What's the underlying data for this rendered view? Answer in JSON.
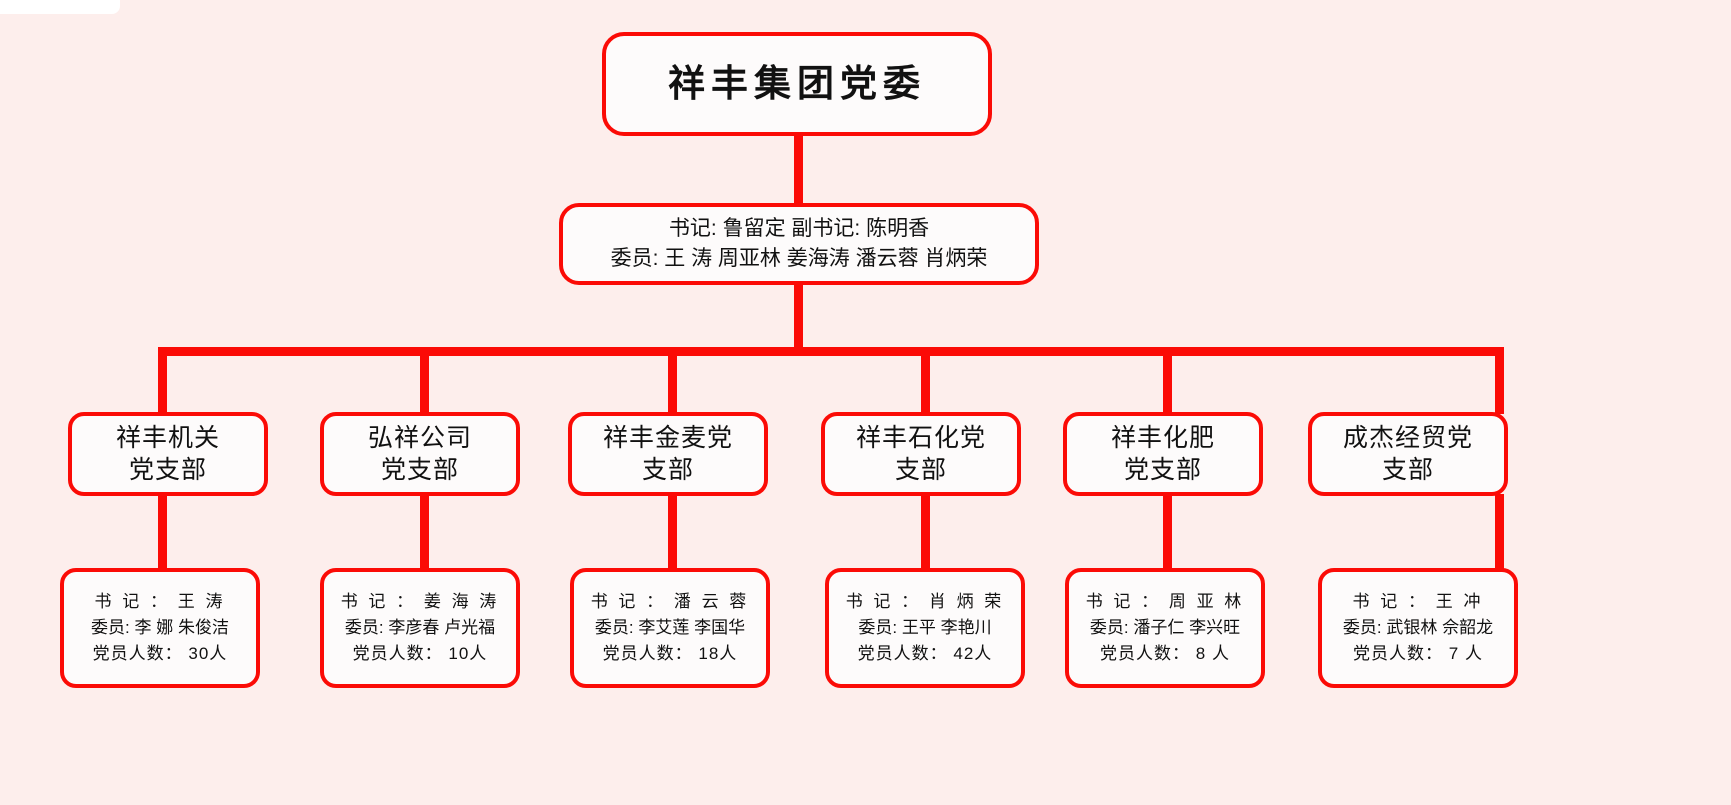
{
  "page": {
    "background_color": "#fdeeec",
    "line_color": "#fb0b06",
    "box_fill": "#fdfbfb",
    "text_color": "#111111"
  },
  "root": {
    "title": "祥丰集团党委"
  },
  "committee": {
    "line1_secretary_label": "书记:",
    "line1_secretary_name": "鲁留定",
    "line1_deputy_label": "副书记:",
    "line1_deputy_name": "陈明香",
    "line2_members_label": "委员:",
    "line2_members_names": "王 涛 周亚林 姜海涛 潘云蓉 肖炳荣",
    "line1_full": "书记: 鲁留定    副书记: 陈明香",
    "line2_full": "委员: 王 涛 周亚林 姜海涛 潘云蓉 肖炳荣"
  },
  "branches": [
    {
      "name_line1": "祥丰机关",
      "name_line2": "党支部"
    },
    {
      "name_line1": "弘祥公司",
      "name_line2": "党支部"
    },
    {
      "name_line1": "祥丰金麦党",
      "name_line2": "支部"
    },
    {
      "name_line1": "祥丰石化党",
      "name_line2": "支部"
    },
    {
      "name_line1": "祥丰化肥",
      "name_line2": "党支部"
    },
    {
      "name_line1": "成杰经贸党",
      "name_line2": "支部"
    }
  ],
  "details": [
    {
      "secretary": "书 记 ： 王 涛",
      "members": "委员: 李 娜  朱俊洁",
      "count": "党员人数： 30人"
    },
    {
      "secretary": "书 记 ： 姜 海 涛",
      "members": "委员: 李彦春  卢光福",
      "count": "党员人数： 10人"
    },
    {
      "secretary": "书 记 ： 潘 云 蓉",
      "members": "委员: 李艾莲  李国华",
      "count": "党员人数： 18人"
    },
    {
      "secretary": "书 记 ： 肖 炳 荣",
      "members": "委员: 王平    李艳川",
      "count": "党员人数： 42人"
    },
    {
      "secretary": "书 记 ： 周 亚 林",
      "members": "委员: 潘子仁  李兴旺",
      "count": "党员人数： 8 人"
    },
    {
      "secretary": "书 记 ： 王 冲",
      "members": "委员: 武银林  佘韶龙",
      "count": "党员人数： 7 人"
    }
  ]
}
